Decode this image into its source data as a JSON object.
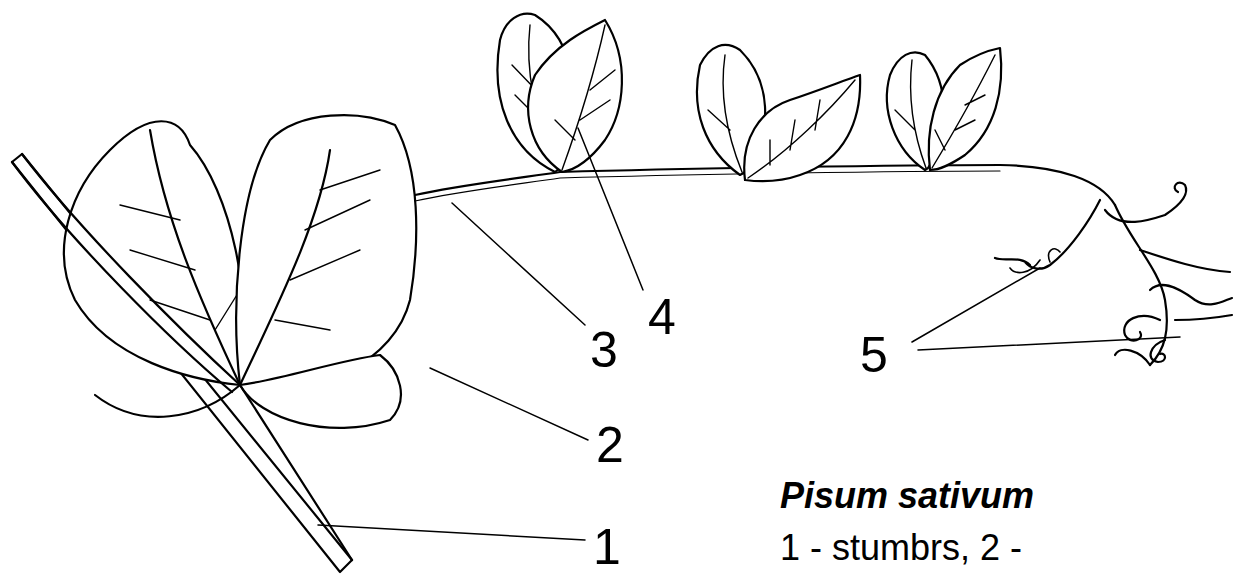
{
  "diagram": {
    "caption": "Pisum sativum",
    "labels": [
      "1",
      "2",
      "3",
      "4",
      "5",
      "1 - stumbrs, 2 -"
    ]
  }
}
